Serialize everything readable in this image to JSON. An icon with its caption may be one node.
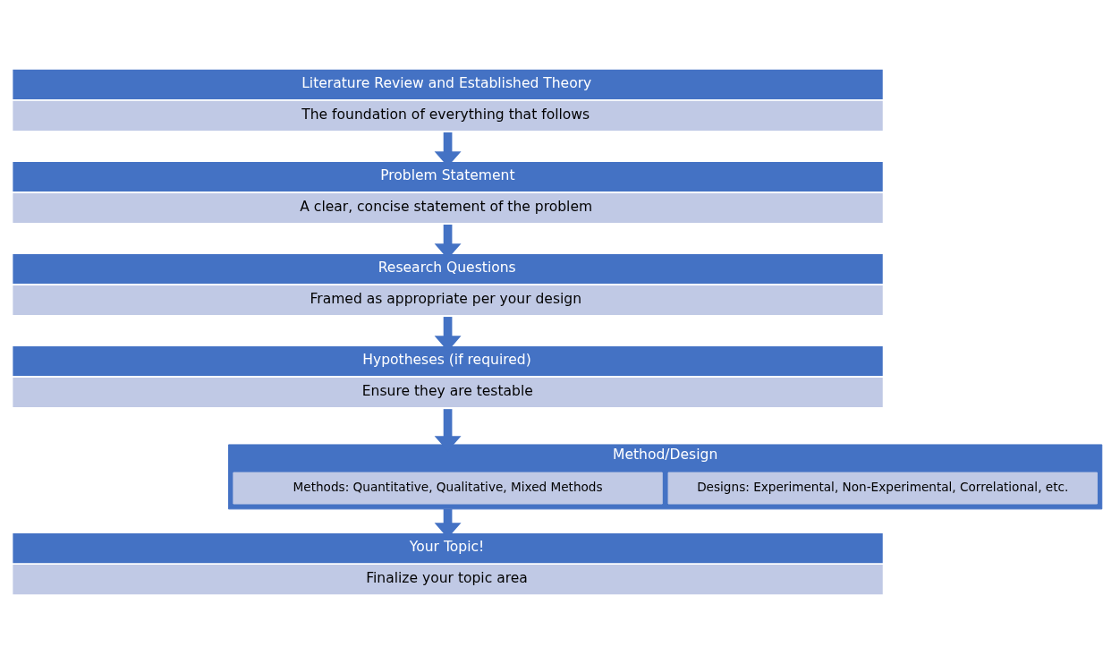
{
  "diagram": {
    "nodes": [
      {
        "text": [
          "Literature Review and Established Theory",
          "The foundation of everything that follows"
        ]
      },
      {
        "text": [
          "Problem Statement",
          "A clear, concise statement of the problem"
        ]
      },
      {
        "text": [
          "Research Questions",
          "Framed as appropriate per your design"
        ]
      },
      {
        "text": [
          "Hypotheses (if required)",
          "Ensure they are testable"
        ]
      },
      {
        "text": [
          "Method/Design"
        ]
      },
      {
        "text": [
          "Methods: Quantitative, Qualitative, Mixed Methods"
        ],
        "in": 4
      },
      {
        "text": [
          "Designs: Experimental, Non-Experimental, Correlational, etc."
        ],
        "in": 4
      },
      {
        "text": [
          "Your Topic!",
          "Finalize your topic area"
        ]
      }
    ],
    "edges": [
      {
        "from": 0,
        "to": 1,
        "arrow": "to"
      },
      {
        "from": 1,
        "to": 2,
        "arrow": "to"
      },
      {
        "from": 2,
        "to": 3,
        "arrow": "to"
      },
      {
        "from": 3,
        "to": 4,
        "arrow": "to"
      },
      {
        "from": 4,
        "to": 7,
        "arrow": "to"
      }
    ]
  }
}
